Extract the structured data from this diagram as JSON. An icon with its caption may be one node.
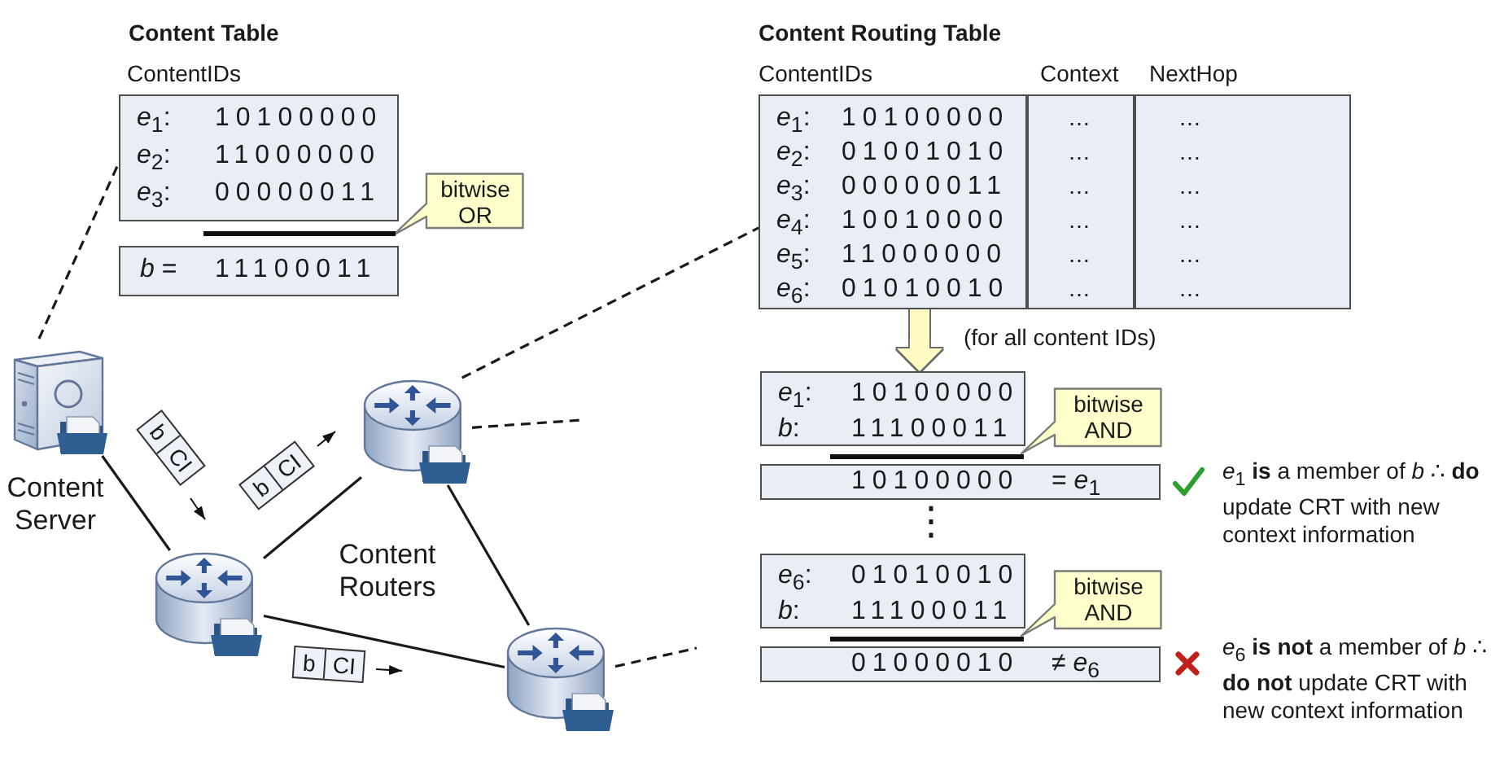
{
  "diagram": {
    "nodes": [
      {
        "text": [
          "Content Table",
          "ContentIDs",
          "*e*$_{1}$:",
          "10100000",
          "*e*$_{2}$:",
          "11000000",
          "*e*$_{3}$:",
          "00000011"
        ]
      },
      {
        "text": [
          "bitwise OR"
        ]
      },
      {
        "text": [
          "*b* =",
          "11100011"
        ]
      },
      {
        "text": [
          "Content Routing Table",
          "ContentIDs",
          "Context",
          "NextHop",
          "*e*$_{1}$:",
          "10100000",
          "…",
          "…",
          "*e*$_{2}$:",
          "01001010",
          "…",
          "…",
          "*e*$_{3}$:",
          "00000011",
          "…",
          "…",
          "*e*$_{4}$:",
          "10010000",
          "…",
          "…",
          "*e*$_{5}$:",
          "11000000",
          "…",
          "…",
          "*e*$_{6}$:",
          "01010010",
          "…",
          "…"
        ]
      },
      {
        "text": [
          "*e*$_{1}$:",
          "10100000",
          "*b*:",
          "11100011"
        ]
      },
      {
        "text": [
          "bitwise AND"
        ]
      },
      {
        "text": [
          "10100000",
          "= *e*$_{1}$"
        ]
      },
      {
        "text": [
          "*e*$_{6}$:",
          "01010010",
          "*b*:",
          "11100011"
        ]
      },
      {
        "text": [
          "bitwise AND"
        ]
      },
      {
        "text": [
          "01000010",
          "≠ *e*$_{6}$"
        ]
      },
      {
        "text": [],
        "shape": "picture",
        "beside": [
          "Content Server"
        ]
      },
      {
        "text": [],
        "shape": "picture"
      },
      {
        "text": [],
        "shape": "picture"
      },
      {
        "text": [],
        "shape": "picture"
      },
      {
        "text": [
          "b",
          "CI"
        ]
      },
      {
        "text": [
          "b",
          "CI"
        ]
      },
      {
        "text": [
          "b",
          "CI"
        ]
      }
    ],
    "edges": [
      {
        "from": 10,
        "to": 0,
        "arrow": "none",
        "style": "dashed"
      },
      {
        "from": 12,
        "to": 3,
        "arrow": "none",
        "style": "dashed"
      },
      {
        "from": 10,
        "to": 11,
        "arrow": "none"
      },
      {
        "from": 11,
        "to": 12,
        "arrow": "none"
      },
      {
        "from": 11,
        "to": 13,
        "arrow": "none"
      },
      {
        "from": 12,
        "to": 13,
        "arrow": "none"
      },
      {
        "from": 12,
        "to": null,
        "arrow": "none",
        "style": "dashed"
      },
      {
        "from": 13,
        "to": null,
        "arrow": "none",
        "style": "dashed"
      },
      {
        "from": 3,
        "to": 4,
        "arrow": "to",
        "label": "(for all content IDs)",
        "style": "thick",
        "color": "#fff9c4"
      }
    ],
    "labels": [
      "Content Routers",
      "⋮",
      "*e*$_{1}$ **is** a member of *b* ∴ **do** update CRT with new context information",
      "*e*$_{6}$ **is not** a member of *b* ∴ **do not** update CRT with new context information"
    ]
  }
}
